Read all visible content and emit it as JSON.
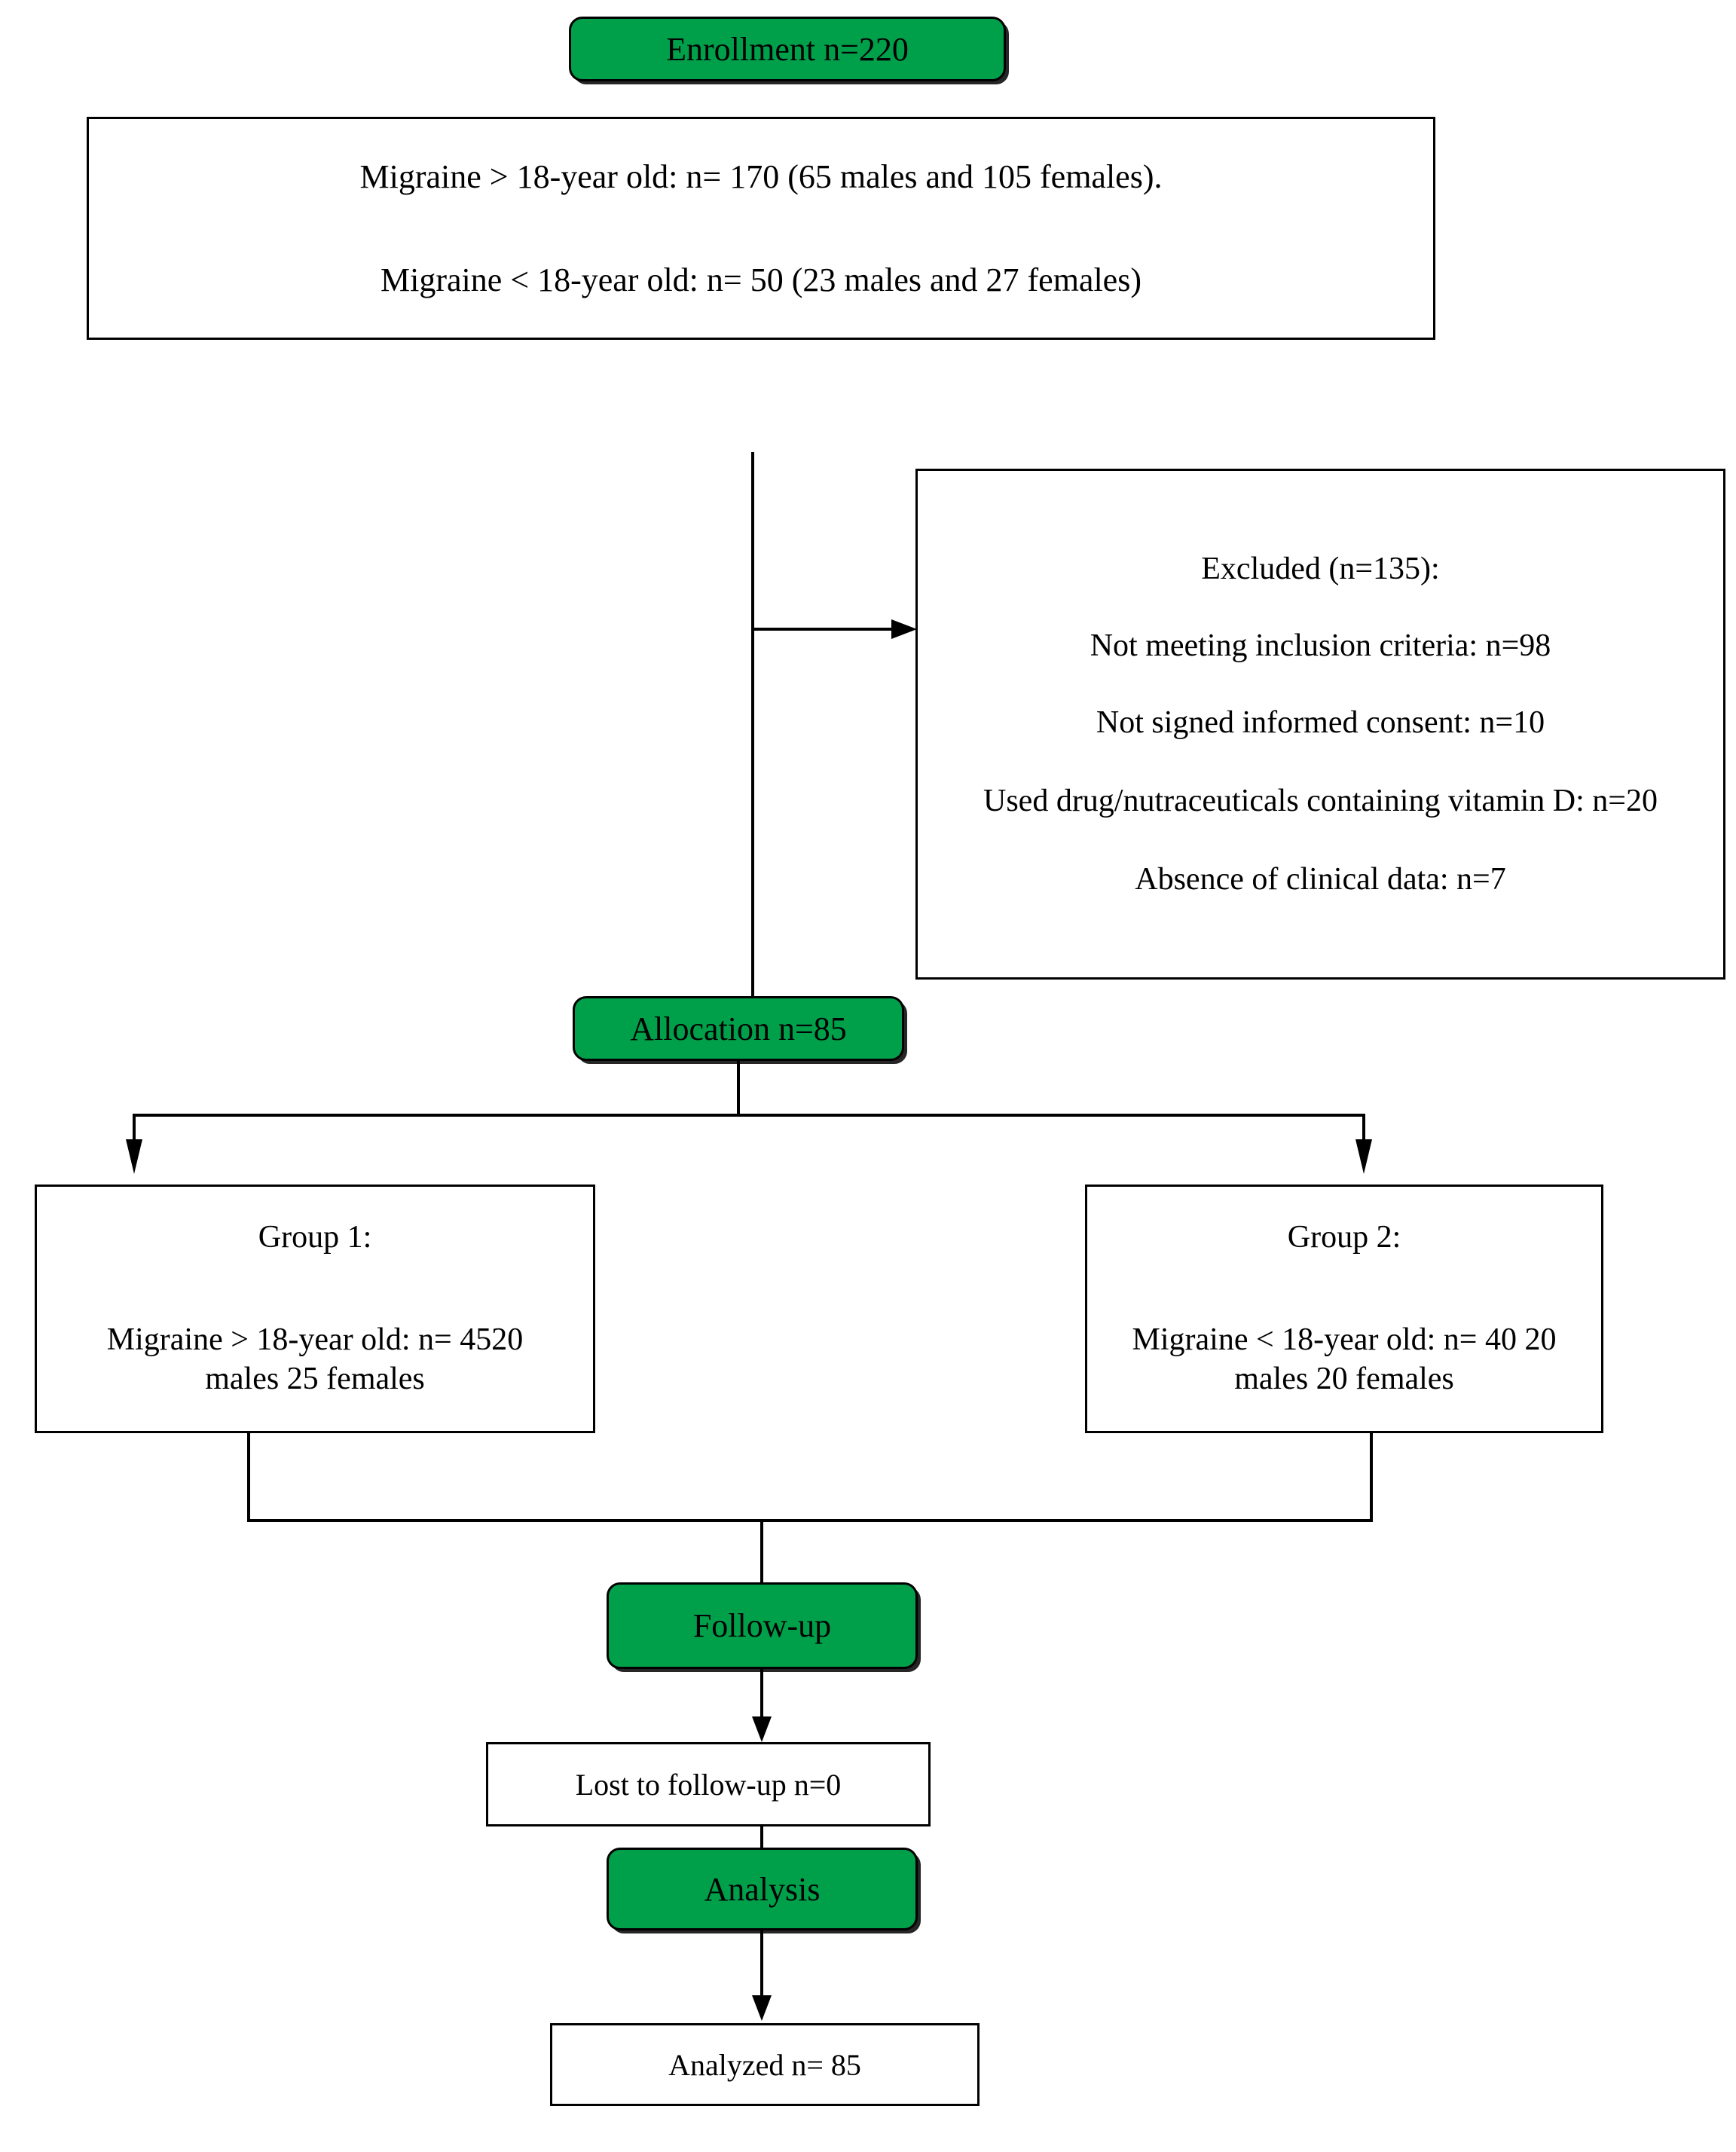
{
  "diagram": {
    "type": "CONSORT participant flow chart",
    "accent_color": "#00A04A",
    "line_color": "#000000",
    "background_color": "#FFFFFF"
  },
  "nodes": {
    "enrollment": {
      "label": "Enrollment n=220"
    },
    "screened": {
      "line1": "Migraine > 18-year old: n= 170 (65 males and 105 females).",
      "line2": "Migraine < 18-year old: n= 50 (23 males and 27 females)"
    },
    "excluded": {
      "title": "Excluded (n=135):",
      "reasons": [
        "Not meeting inclusion criteria: n=98",
        "Not signed informed consent: n=10",
        "Used drug/nutraceuticals containing vitamin D: n=20",
        "Absence of clinical data: n=7"
      ],
      "reason_1": "Not meeting inclusion criteria: n=98",
      "reason_2": "Not signed informed consent: n=10",
      "reason_3": "Used drug/nutraceuticals containing vitamin D: n=20",
      "reason_4": "Absence of clinical data: n=7"
    },
    "allocation": {
      "label": "Allocation n=85"
    },
    "group1": {
      "title": "Group 1:",
      "detail": "Migraine > 18-year old: n= 4520 males 25 females"
    },
    "group2": {
      "title": "Group 2:",
      "detail": "Migraine < 18-year old: n= 40 20 males 20 females"
    },
    "followup": {
      "label": "Follow-up"
    },
    "lost": {
      "label": "Lost to follow-up n=0"
    },
    "analysis": {
      "label": "Analysis"
    },
    "analyzed": {
      "label": "Analyzed n= 85"
    }
  },
  "counts": {
    "enrolled": 220,
    "adults_screened": 170,
    "adult_males": 65,
    "adult_females": 105,
    "minors_screened": 50,
    "minor_males": 23,
    "minor_females": 27,
    "excluded_total": 135,
    "excluded_not_meeting_criteria": 98,
    "excluded_no_consent": 10,
    "excluded_vitamin_d": 20,
    "excluded_no_clinical_data": 7,
    "allocated": 85,
    "lost_to_followup": 0,
    "analyzed": 85
  }
}
